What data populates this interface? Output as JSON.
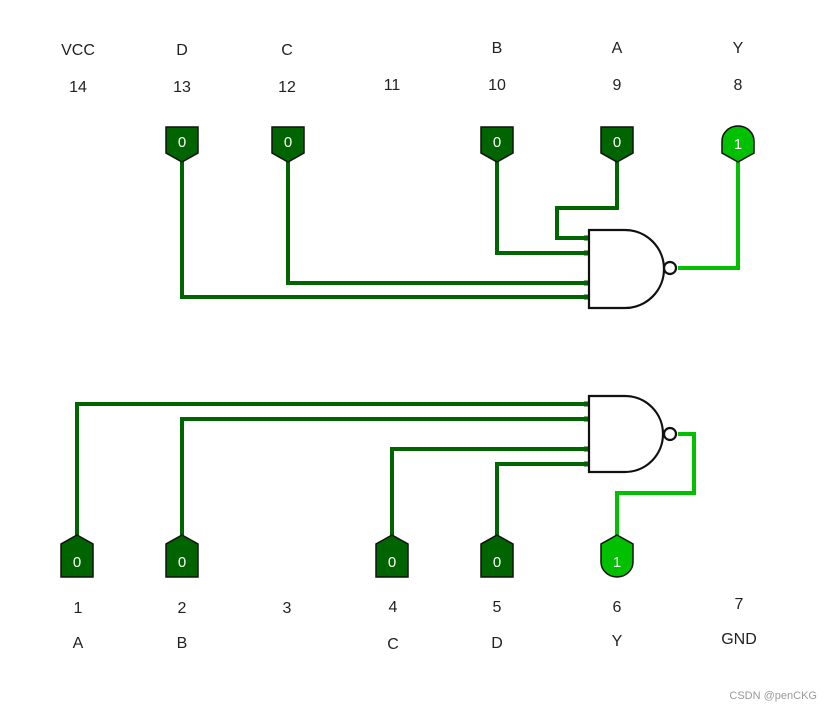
{
  "colors": {
    "wire_low": "#006400",
    "wire_high": "#00c000",
    "gate_outline": "#111111",
    "label": "#222222"
  },
  "top_row": {
    "pin14": {
      "name": "VCC",
      "number": "14"
    },
    "pin13": {
      "name": "D",
      "number": "13",
      "value": "0"
    },
    "pin12": {
      "name": "C",
      "number": "12",
      "value": "0"
    },
    "pin11": {
      "number": "11"
    },
    "pin10": {
      "name": "B",
      "number": "10",
      "value": "0"
    },
    "pin9": {
      "name": "A",
      "number": "9",
      "value": "0"
    },
    "pin8": {
      "name": "Y",
      "number": "8",
      "value": "1"
    }
  },
  "bottom_row": {
    "pin1": {
      "name": "A",
      "number": "1",
      "value": "0"
    },
    "pin2": {
      "name": "B",
      "number": "2",
      "value": "0"
    },
    "pin3": {
      "number": "3"
    },
    "pin4": {
      "name": "C",
      "number": "4",
      "value": "0"
    },
    "pin5": {
      "name": "D",
      "number": "5",
      "value": "0"
    },
    "pin6": {
      "name": "Y",
      "number": "6",
      "value": "1"
    },
    "pin7": {
      "name": "GND",
      "number": "7"
    }
  },
  "watermark": "CSDN @penCKG"
}
